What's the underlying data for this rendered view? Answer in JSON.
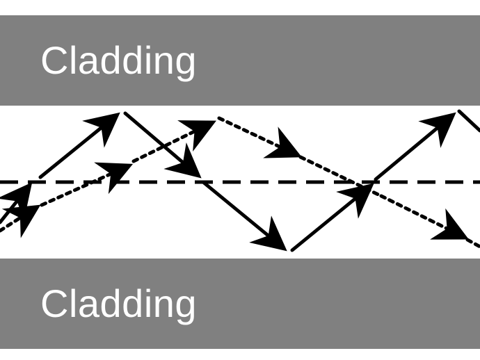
{
  "cladding_top": {
    "label": "Cladding"
  },
  "cladding_bottom": {
    "label": "Cladding"
  },
  "colors": {
    "cladding": "#808080",
    "cladding_text": "#ffffff",
    "core": "#ffffff",
    "ray": "#000000"
  },
  "rays": [
    {
      "name": "solid-ray",
      "style": "solid"
    },
    {
      "name": "dotted-ray",
      "style": "dotted"
    },
    {
      "name": "axis",
      "style": "dashed"
    }
  ]
}
